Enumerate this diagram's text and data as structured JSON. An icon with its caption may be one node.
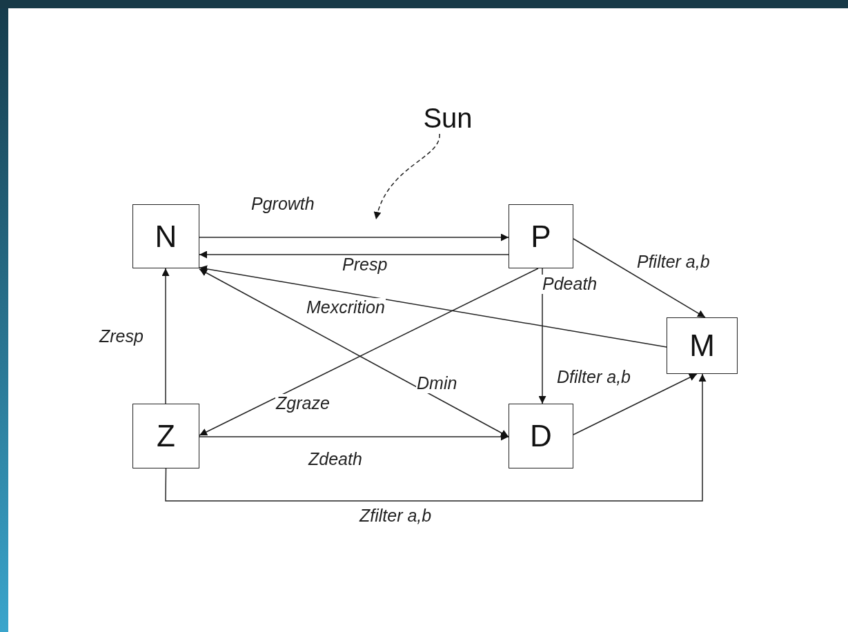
{
  "diagram": {
    "nodes": [
      {
        "text": [
          "Sun"
        ]
      },
      {
        "text": [
          "N"
        ]
      },
      {
        "text": [
          "P"
        ]
      },
      {
        "text": [
          "M"
        ]
      },
      {
        "text": [
          "Z"
        ]
      },
      {
        "text": [
          "D"
        ]
      }
    ],
    "edges": [
      {
        "from": 1,
        "to": 2,
        "arrow": "to",
        "label": "Pgrowth"
      },
      {
        "from": 2,
        "to": 1,
        "arrow": "to",
        "label": "Presp"
      },
      {
        "from": 2,
        "to": 3,
        "arrow": "to",
        "label": "Pfilter a,b"
      },
      {
        "from": 3,
        "to": 1,
        "arrow": "to",
        "label": "Mexcrition"
      },
      {
        "from": 2,
        "to": 5,
        "arrow": "to",
        "label": "Pdeath"
      },
      {
        "from": 2,
        "to": 4,
        "arrow": "to",
        "label": "Zgraze"
      },
      {
        "from": 4,
        "to": 1,
        "arrow": "to",
        "label": "Zresp"
      },
      {
        "from": 1,
        "to": 5,
        "arrow": "both",
        "label": "Dmin"
      },
      {
        "from": 4,
        "to": 5,
        "arrow": "to",
        "label": "Zdeath"
      },
      {
        "from": 5,
        "to": 3,
        "arrow": "to",
        "label": "Dfilter a,b"
      },
      {
        "from": 4,
        "to": 3,
        "arrow": "to",
        "label": "Zfilter a,b"
      },
      {
        "from": 0,
        "to": null,
        "arrow": "to",
        "style": "dashed"
      }
    ]
  }
}
